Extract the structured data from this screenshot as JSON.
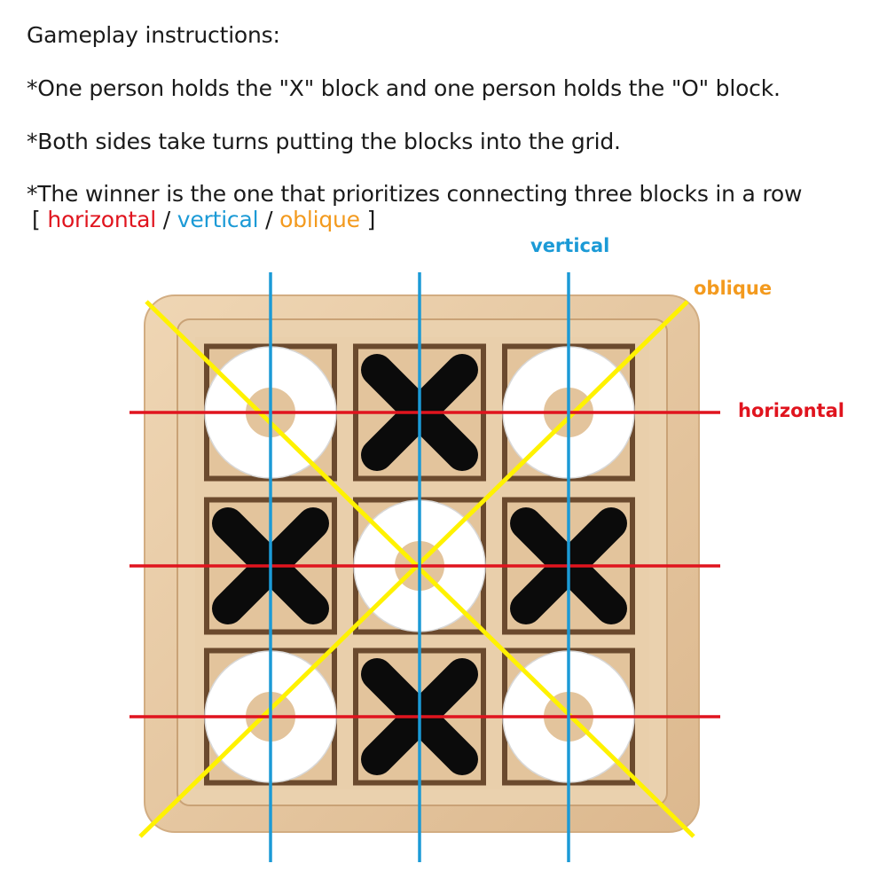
{
  "instructions": {
    "title": "Gameplay instructions:",
    "rule_1": "*One person holds the \"X\" block and one person holds the \"O\" block.",
    "rule_2": "*Both sides take turns putting the blocks into the grid.",
    "rule_3": "*The winner is the one that prioritizes connecting three blocks in a row",
    "directions_open": "[ ",
    "horizontal": "horizontal",
    "sep_1": " / ",
    "vertical": "vertical",
    "sep_2": " / ",
    "oblique": "oblique",
    "directions_close": " ]"
  },
  "line_labels": {
    "vertical": "vertical",
    "oblique": "oblique",
    "horizontal": "horizontal"
  },
  "colors": {
    "horizontal": "#e0141e",
    "vertical": "#1b9ad6",
    "oblique": "#f39a1e",
    "oblique_line": "#fff200",
    "wood": "#e7c9a4",
    "x_piece": "#0b0b0b",
    "o_piece": "#ffffff"
  },
  "board": {
    "cells": [
      "O",
      "X",
      "O",
      "X",
      "O",
      "X",
      "O",
      "X",
      "O"
    ]
  }
}
